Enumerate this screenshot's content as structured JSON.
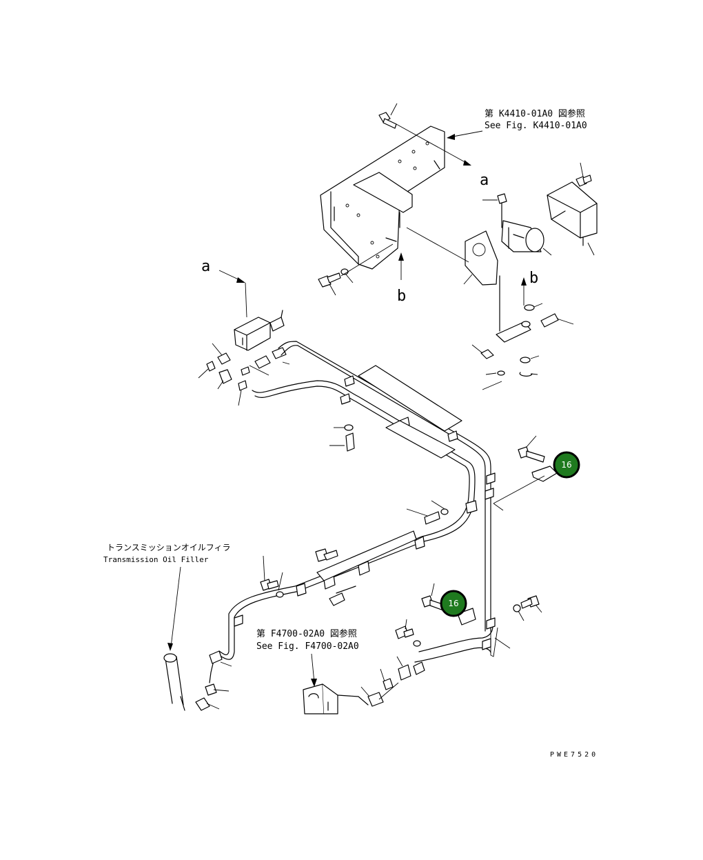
{
  "references": {
    "top_jp": "第 K4410-01A0 図参照",
    "top_en": "See Fig. K4410-01A0",
    "bottom_jp": "第 F4700-02A0 図参照",
    "bottom_en": "See Fig. F4700-02A0"
  },
  "filler": {
    "jp": "トランスミッションオイルフィラ",
    "en": "Transmission Oil Filler"
  },
  "view_markers": {
    "a_upper": "a",
    "a_left": "a",
    "b_center": "b",
    "b_right": "b"
  },
  "callouts": [
    {
      "number": "16"
    },
    {
      "number": "16"
    }
  ],
  "drawing_code": "PWE7520",
  "colors": {
    "line": "#000000",
    "callout_fill": "#1f7a1f",
    "callout_text": "#ffffff",
    "background": "#ffffff"
  }
}
